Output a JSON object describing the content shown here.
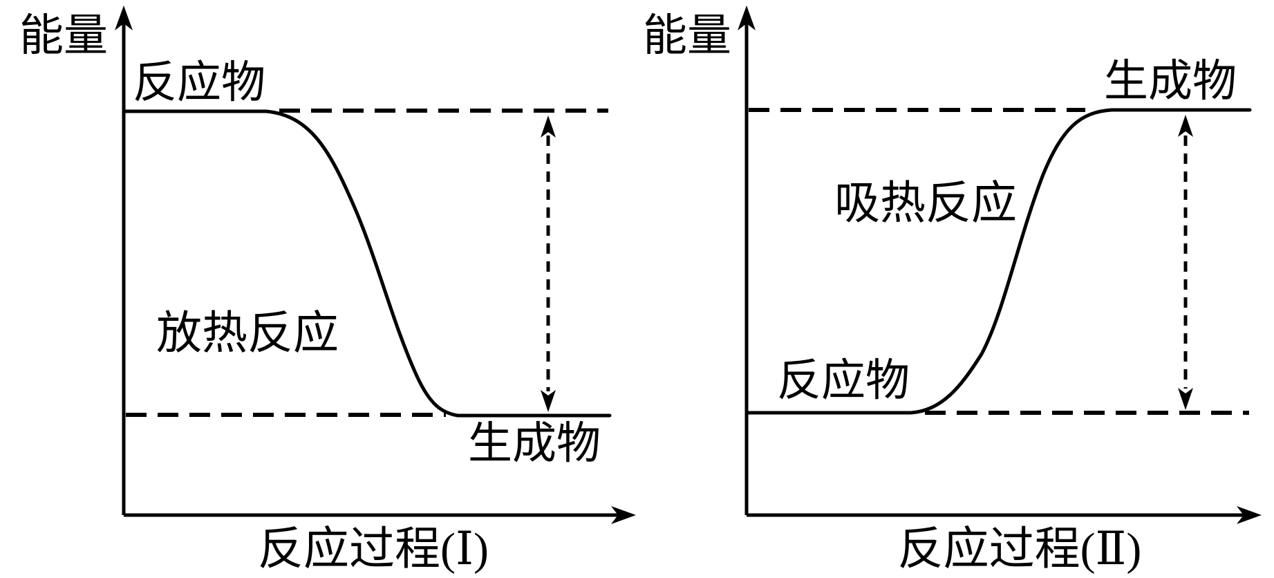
{
  "page": {
    "background": "#ffffff",
    "ink_color": "#000000"
  },
  "diagrams": {
    "left": {
      "y_axis_label": "能量",
      "x_axis_label": "反应过程(Ⅰ)",
      "start_level_label": "反应物",
      "end_level_label": "生成物",
      "reaction_type_label": "放热反应",
      "reactant_level": "high",
      "product_level": "low"
    },
    "right": {
      "y_axis_label": "能量",
      "x_axis_label": "反应过程(Ⅱ)",
      "start_level_label": "反应物",
      "end_level_label": "生成物",
      "reaction_type_label": "吸热反应",
      "reactant_level": "low",
      "product_level": "high"
    }
  },
  "chart_data": [
    {
      "type": "line",
      "title": "",
      "xlabel": "反应过程(Ⅰ)",
      "ylabel": "能量",
      "series": [
        {
          "name": "放热反应",
          "x": [
            0,
            0.28,
            0.4,
            0.5,
            0.58,
            0.65,
            1
          ],
          "y": [
            0.8,
            0.8,
            0.62,
            0.45,
            0.3,
            0.2,
            0.2
          ]
        }
      ],
      "annotations": [
        "反应物",
        "放热反应",
        "生成物"
      ],
      "grid": false,
      "axis_numeric": false,
      "energy_gap_arrow": "double-headed dashed vertical arrow between 反应物 level and 生成物 level"
    },
    {
      "type": "line",
      "title": "",
      "xlabel": "反应过程(Ⅱ)",
      "ylabel": "能量",
      "series": [
        {
          "name": "吸热反应",
          "x": [
            0,
            0.33,
            0.45,
            0.55,
            0.63,
            0.72,
            1
          ],
          "y": [
            0.2,
            0.2,
            0.38,
            0.55,
            0.7,
            0.8,
            0.8
          ]
        }
      ],
      "annotations": [
        "反应物",
        "吸热反应",
        "生成物"
      ],
      "grid": false,
      "axis_numeric": false,
      "energy_gap_arrow": "double-headed dashed vertical arrow between 生成物 level and 反应物 level"
    }
  ]
}
